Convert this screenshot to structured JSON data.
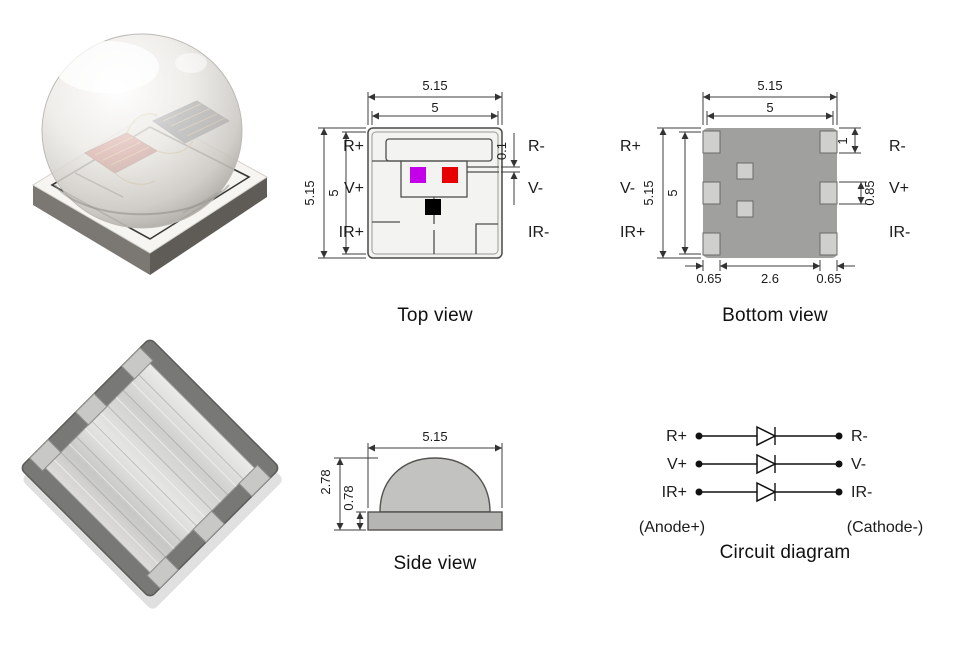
{
  "top_view": {
    "title": "Top view",
    "dim_outer_w": "5.15",
    "dim_inner_w": "5",
    "dim_outer_h": "5.15",
    "dim_inner_h": "5",
    "dim_gap": "0.1",
    "pins_left": [
      "R+",
      "V+",
      "IR+"
    ],
    "pins_right": [
      "R-",
      "V-",
      "IR-"
    ]
  },
  "bottom_view": {
    "title": "Bottom view",
    "dim_outer_w": "5.15",
    "dim_inner_w": "5",
    "dim_outer_h": "5.15",
    "dim_inner_h": "5",
    "dim_pad_offset": "1",
    "dim_pad_height": "0.85",
    "dim_pad_w_left": "0.65",
    "dim_center_span": "2.6",
    "dim_pad_w_right": "0.65",
    "pins_left": [
      "R+",
      "V-",
      "IR+"
    ],
    "pins_right": [
      "R-",
      "V+",
      "IR-"
    ]
  },
  "side_view": {
    "title": "Side view",
    "dim_width": "5.15",
    "dim_total_height": "2.78",
    "dim_base_height": "0.78"
  },
  "circuit": {
    "title": "Circuit diagram",
    "anode_label": "(Anode+)",
    "cathode_label": "(Cathode-)",
    "rows": [
      {
        "anode": "R+",
        "cathode": "R-"
      },
      {
        "anode": "V+",
        "cathode": "V-"
      },
      {
        "anode": "IR+",
        "cathode": "IR-"
      }
    ]
  },
  "colors": {
    "purple_chip": "#c400ea",
    "red_chip": "#e80000",
    "black_chip": "#000000",
    "package_grey": "#a0a09e",
    "pad_grey": "#cfcfcd"
  }
}
